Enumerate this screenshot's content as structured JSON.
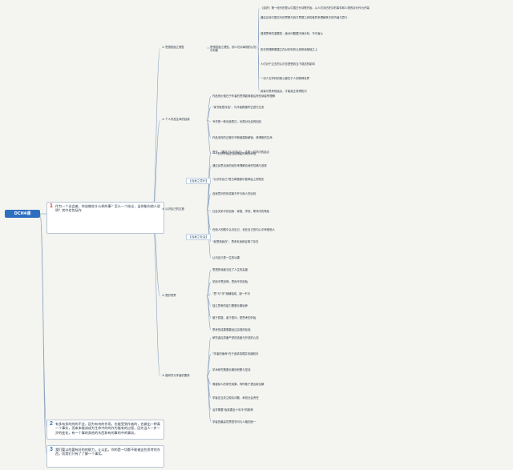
{
  "root": {
    "label": "DCH4课"
  },
  "callouts": [
    {
      "number": "1",
      "text": "作为一个议会者，你该做些什么样的事？怎么一个结论，当你能向他人说明？其中也包括作"
    },
    {
      "number": "2",
      "text": "有多有多的的的不会，因为有何的作用，也能受到作者的，也做出一种真一个事实，而来本能成成为生命中的的作为能有的过程，因为当人一步一步的变化，有一个事的其他的东西和有的事的中的事务。"
    },
    {
      "number": "3",
      "text": "我们要以的要有好的的能力，让以此，你的是一切都不能被这些思考的东西，而我们只有了了解一个事实。"
    }
  ],
  "branches": [
    {
      "label": "① 思想层面之理性",
      "sub": "思想层面之理性，即人们对事物的认知与判断",
      "leaves": [
        "《游史》第一段写的是从中国古代诗歌开始，以人们对历史中的事件和人物的评价作为开端",
        "通过比较中国古代的思想与西方思想之间的差异来理解其中的内涵与意义",
        "强调思考的重要性：面对问题要冷静分析，不可盲从",
        "历史的理解要建立在对史料的认真研读基础之上",
        "人们对于过去的认识总是受到当下观念的影响",
        "一切人文学科的核心都在于人的精神世界",
        "阅读与思考相结合，才能真正获得知识"
      ]
    },
    {
      "label": "② 个人作品生命的延续",
      "sub": "",
      "leaves": [
        "作品的价值在于作者的思想能够被后来的读者所理解",
        "\"读书就是对话\"，与作者跨越时空进行交流",
        "写作是一种自我表达，也是对社会的回应",
        "作品流传的过程中不断被重新解读，获得新的生命",
        "一个好的作品应当经得起时间的考验"
      ]
    },
    {
      "label": "③ 认识自己的过程",
      "sub": "",
      "tags": [
        "【自我之意识】",
        "【自我之社会】"
      ],
      "leaves": [
        "首先，\"要自己认识自己\"，这是一切学问的起点",
        "通过反思自身的经历来理解自身的性格与选择",
        "\"认识你自己\"是古希腊德尔斐神庙上的箴言",
        "自我意识的形成离不开与他人的比较",
        "社会关系中的自我：家庭、学校、职场中的角色",
        "在他人的眼中认识自己，也在自己的内心中审视他人",
        "\"我思故我在\"，思考本身即证明了存在",
        "认识自己是一生的功课"
      ]
    },
    {
      "label": "④ 思的境界",
      "sub": "",
      "leaves": [
        "思想的深度决定了人生的高度",
        "学而不思则罔，思而不学则殆",
        "\"思\"与\"学\"相辅相成，缺一不可",
        "独立思考的能力需要长期培养",
        "敢于质疑，善于提问，是思考的开始",
        "思考的成果需要经过实践的检验"
      ]
    },
    {
      "label": "⑤ 做研究与学者的要求",
      "sub": "",
      "leaves": [
        "研究者应具备严谨的态度与开放的心态",
        "\"学者的使命\"在于追求真理并传播知识",
        "学术研究需要长期的积累与坚持",
        "尊重前人的研究成果，同时敢于提出新见解",
        "学者应当关注现实问题，承担社会责任",
        "治学需要\"板凳要坐十年冷\"的精神",
        "学者的最高境界是学问与人格的统一"
      ]
    }
  ]
}
